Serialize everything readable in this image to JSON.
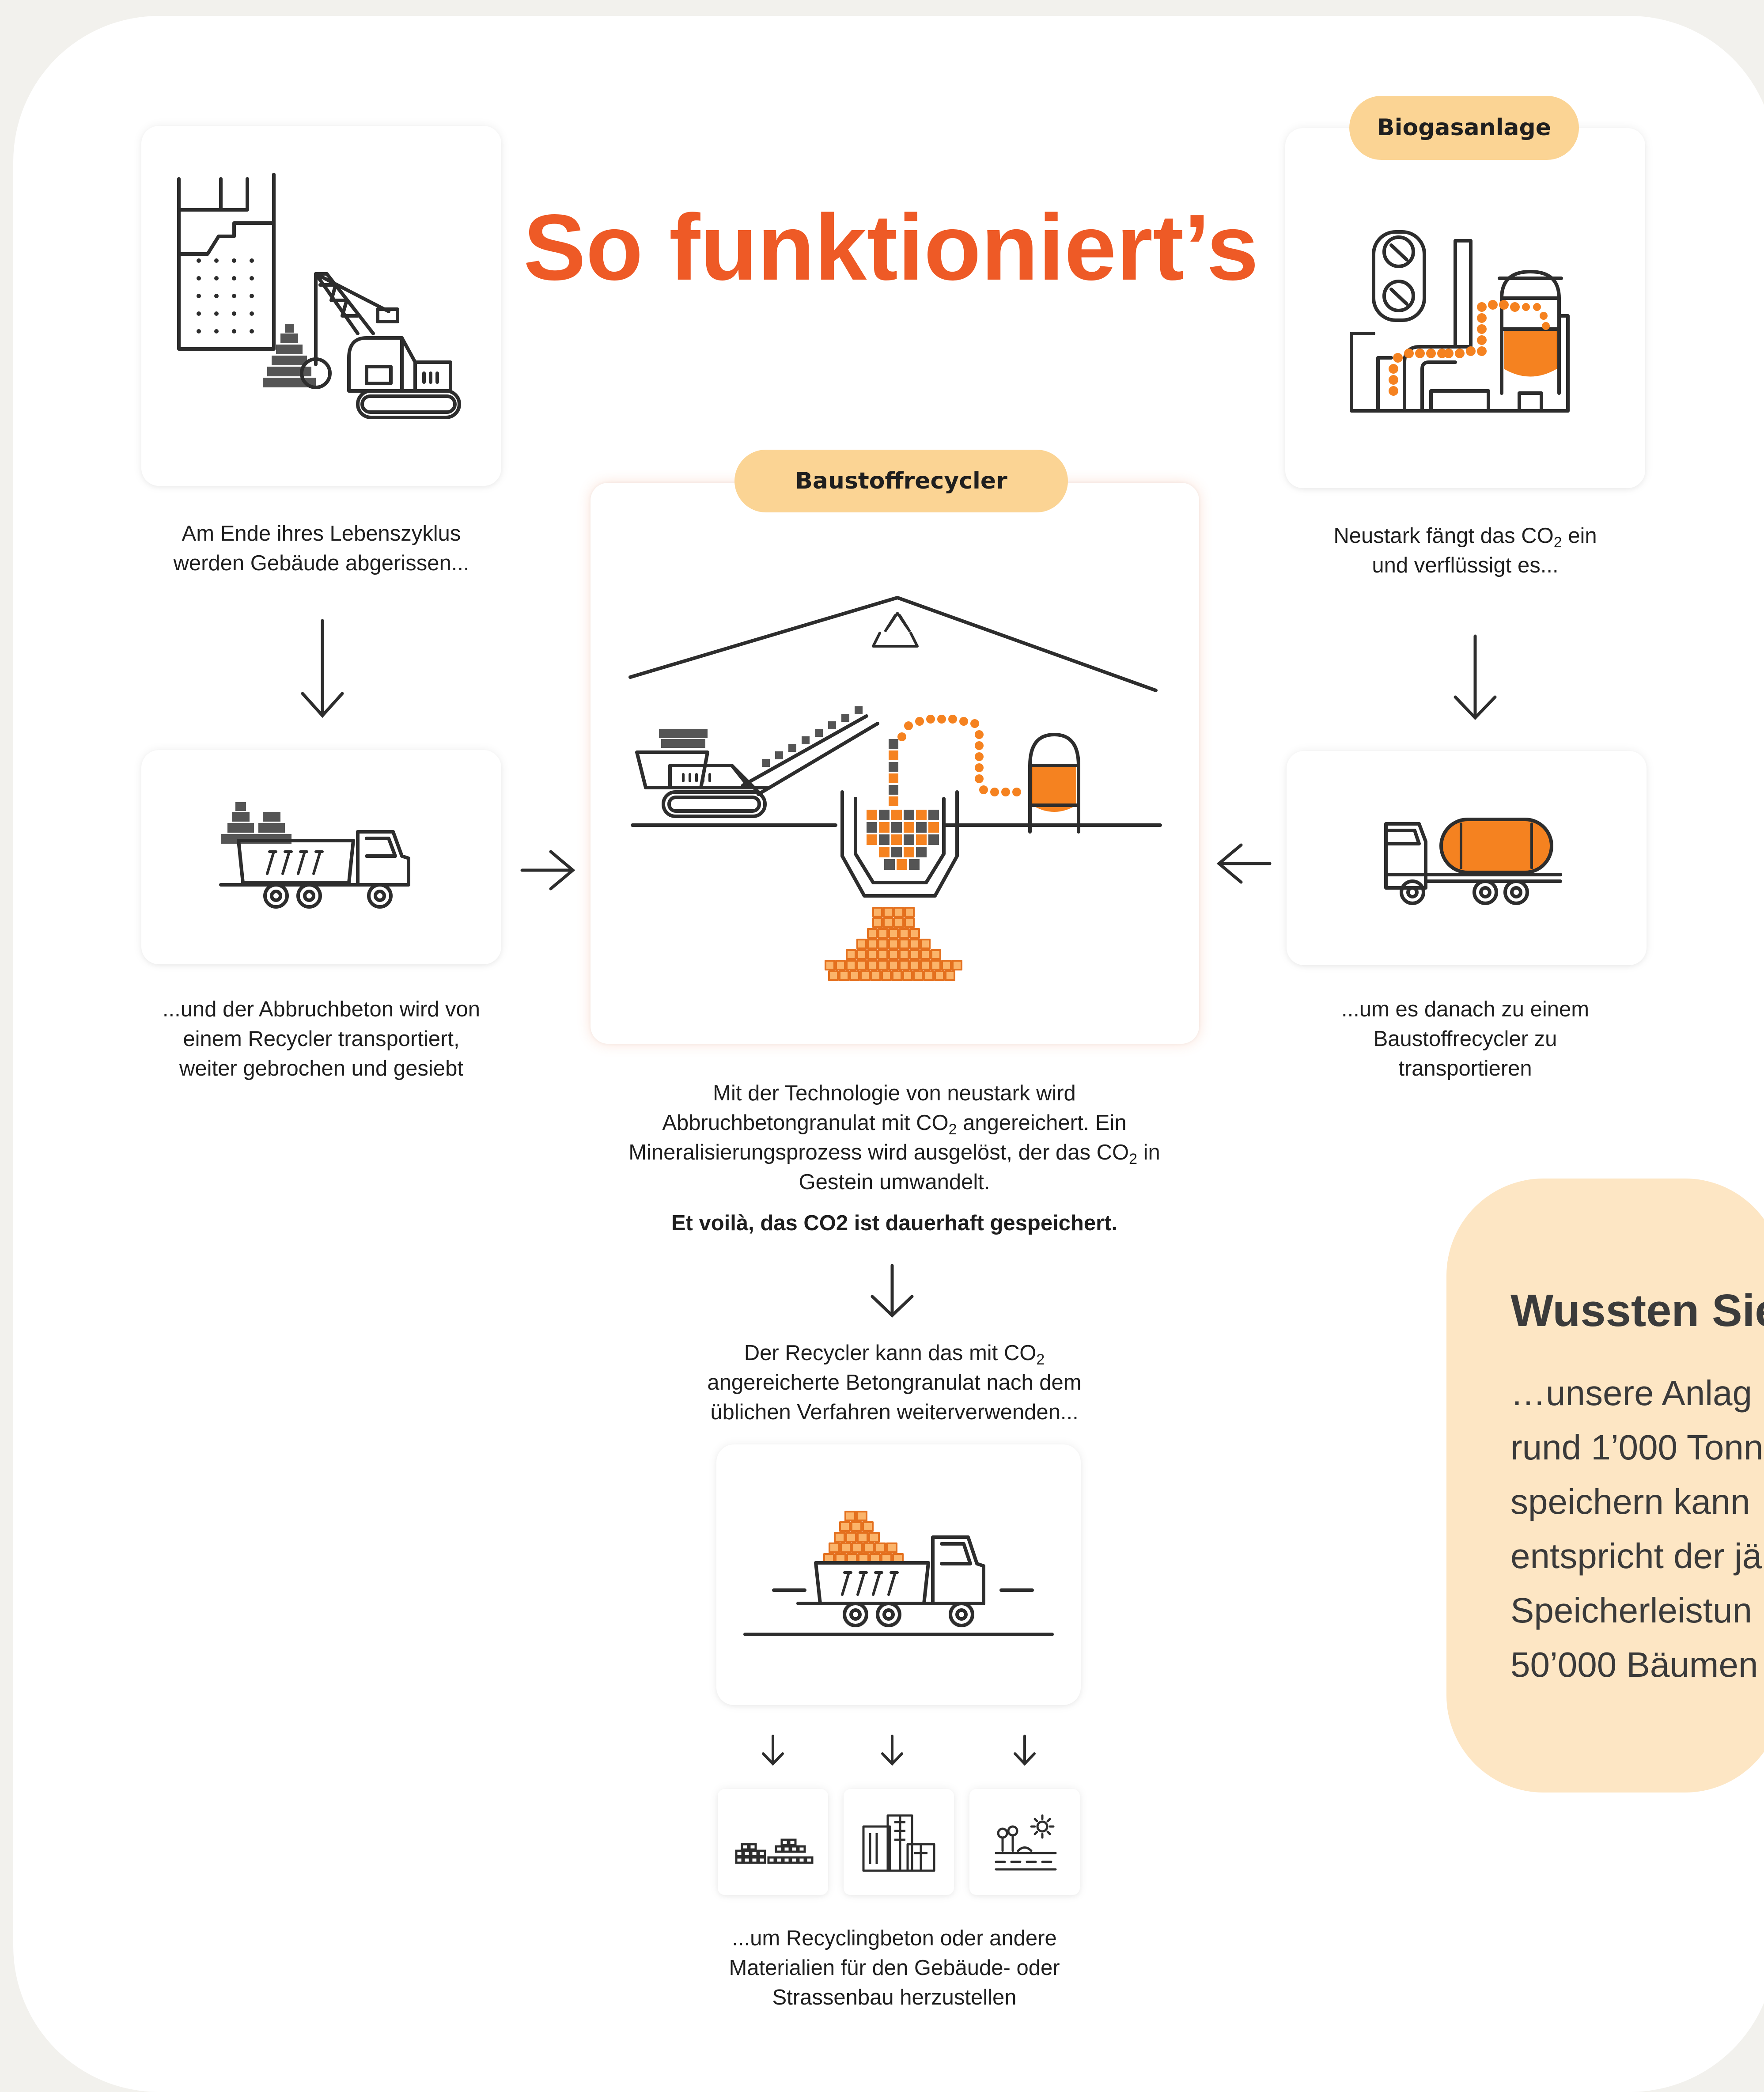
{
  "title": "So funktioniert’s",
  "badges": {
    "biogas": "Biogasanlage",
    "recycler": "Baustoffrecycler"
  },
  "captions": {
    "demolition": [
      "Am Ende ihres Lebenszyklus",
      "werden Gebäude abgerissen..."
    ],
    "transport": [
      "...und der Abbruchbeton wird von",
      "einem Recycler transportiert,",
      "weiter gebrochen und gesiebt"
    ],
    "capture": {
      "line1_pre": "Neustark fängt das CO",
      "line1_sub": "2",
      "line1_post": " ein",
      "line2": "und verflüssigt es..."
    },
    "truck_co2": [
      "...um es danach zu einem",
      "Baustoffrecycler zu",
      "transportieren"
    ],
    "technology": {
      "line1": "Mit der Technologie von neustark wird",
      "line2_pre": "Abbruchbetongranulat mit CO",
      "line2_sub": "2",
      "line2_post": " angereichert. Ein",
      "line3_pre": "Mineralisierungsprozess wird ausgelöst, der das CO",
      "line3_sub": "2",
      "line3_post": " in",
      "line4": "Gestein umwandelt."
    },
    "voila": "Et voilà, das CO2 ist dauerhaft gespeichert.",
    "reuse": {
      "line1_pre": "Der Recycler kann das mit CO",
      "line1_sub": "2",
      "line2": "angereicherte Betongranulat nach dem",
      "line3": "üblichen Verfahren weiterverwenden..."
    },
    "final": [
      "...um Recyclingbeton oder andere",
      "Materialien für den Gebäude- oder",
      "Strassenbau herzustellen"
    ]
  },
  "fact": {
    "title": "Wussten Sie",
    "lines": [
      "…unsere Anlag",
      "rund 1’000 Tonn",
      "speichern kann",
      "entspricht der jä",
      "Speicherleistun",
      "50’000 Bäumen"
    ]
  },
  "icons": {
    "demolition": "demolition-crane-icon",
    "dump_truck": "dump-truck-icon",
    "biogas_plant": "biogas-plant-icon",
    "tanker_truck": "co2-tanker-truck-icon",
    "recycling_hall": "recycling-plant-icon",
    "loaded_truck": "loaded-truck-icon",
    "bricks": "bricks-icon",
    "buildings": "buildings-icon",
    "road": "road-icon"
  },
  "colors": {
    "accent": "#ee5a26",
    "orange": "#f58220",
    "badge": "#fbd494",
    "fact_box": "#fde6c4",
    "line": "#2d2d2d"
  }
}
